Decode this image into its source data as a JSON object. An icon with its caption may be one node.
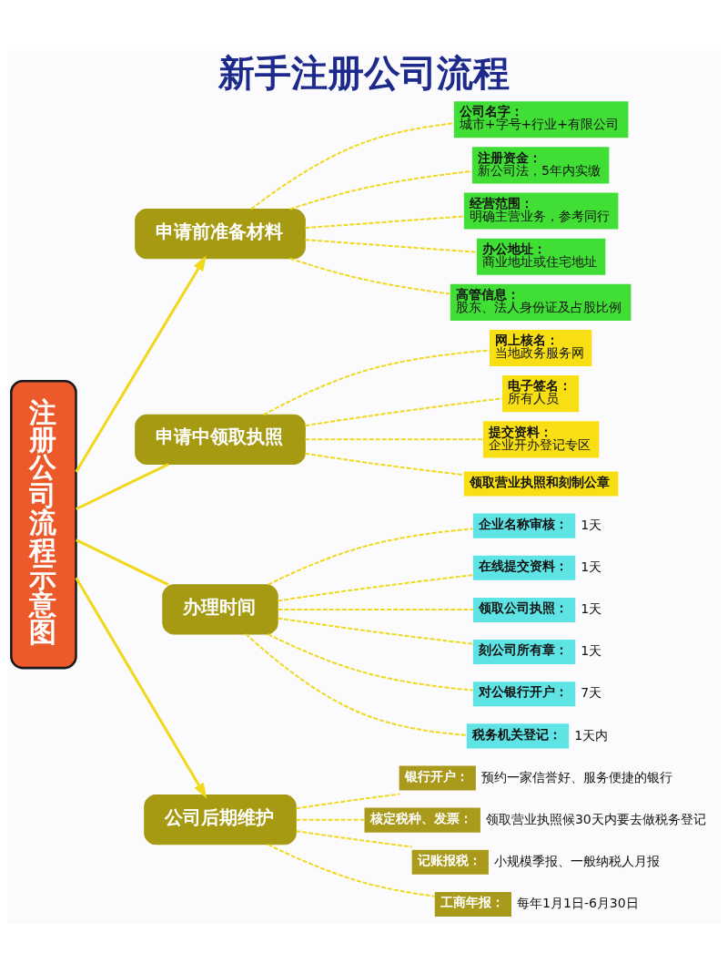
{
  "diagram": {
    "title": "新手注册公司流程",
    "nodes": [
      {
        "text": [
          "注册公司流程示意图"
        ]
      },
      {
        "text": [
          "申请前准备材料"
        ]
      },
      {
        "text": [
          "公司名字：",
          "城市+字号+行业+有限公司"
        ]
      },
      {
        "text": [
          "注册资金：",
          "新公司法，5年内实缴"
        ]
      },
      {
        "text": [
          "经营范围：",
          "明确主营业务，参考同行"
        ]
      },
      {
        "text": [
          "办公地址：",
          "商业地址或住宅地址"
        ]
      },
      {
        "text": [
          "高管信息：",
          "股东、法人身份证及占股比例"
        ]
      },
      {
        "text": [
          "申请中领取执照"
        ]
      },
      {
        "text": [
          "网上核名：",
          "当地政务服务网"
        ]
      },
      {
        "text": [
          "电子签名：",
          "所有人员"
        ]
      },
      {
        "text": [
          "提交资料：",
          "企业开办登记专区"
        ]
      },
      {
        "text": [
          "领取营业执照和刻制公章"
        ]
      },
      {
        "text": [
          "办理时间"
        ]
      },
      {
        "text": [
          "企业名称审核："
        ],
        "beside": [
          "1天"
        ]
      },
      {
        "text": [
          "在线提交资料："
        ],
        "beside": [
          "1天"
        ]
      },
      {
        "text": [
          "领取公司执照："
        ],
        "beside": [
          "1天"
        ]
      },
      {
        "text": [
          "刻公司所有章："
        ],
        "beside": [
          "1天"
        ]
      },
      {
        "text": [
          "对公银行开户："
        ],
        "beside": [
          "7天"
        ]
      },
      {
        "text": [
          "税务机关登记："
        ],
        "beside": [
          "1天内"
        ]
      },
      {
        "text": [
          "公司后期维护"
        ]
      },
      {
        "text": [
          "银行开户："
        ],
        "beside": [
          "预约一家信誉好、服务便捷的银行"
        ]
      },
      {
        "text": [
          "核定税种、发票："
        ],
        "beside": [
          "领取营业执照候30天内要去做税务登记"
        ]
      },
      {
        "text": [
          "记账报税："
        ],
        "beside": [
          "小规模季报、一般纳税人月报"
        ]
      },
      {
        "text": [
          "工商年报："
        ],
        "beside": [
          "每年1月1日-6月30日"
        ]
      }
    ],
    "edges": [
      {
        "from": 0,
        "to": 1,
        "arrow": "to"
      },
      {
        "from": 0,
        "to": 7,
        "arrow": "none"
      },
      {
        "from": 0,
        "to": 12,
        "arrow": "none"
      },
      {
        "from": 0,
        "to": 19,
        "arrow": "to"
      },
      {
        "from": 1,
        "to": 2,
        "arrow": "none",
        "style": "dashed"
      },
      {
        "from": 1,
        "to": 3,
        "arrow": "none",
        "style": "dashed"
      },
      {
        "from": 1,
        "to": 4,
        "arrow": "none",
        "style": "dashed"
      },
      {
        "from": 1,
        "to": 5,
        "arrow": "none",
        "style": "dashed"
      },
      {
        "from": 1,
        "to": 6,
        "arrow": "none",
        "style": "dashed"
      },
      {
        "from": 7,
        "to": 8,
        "arrow": "none",
        "style": "dashed"
      },
      {
        "from": 7,
        "to": 9,
        "arrow": "none",
        "style": "dashed"
      },
      {
        "from": 7,
        "to": 10,
        "arrow": "none",
        "style": "dashed"
      },
      {
        "from": 7,
        "to": 11,
        "arrow": "none",
        "style": "dashed"
      },
      {
        "from": 12,
        "to": 13,
        "arrow": "none",
        "style": "dashed"
      },
      {
        "from": 12,
        "to": 14,
        "arrow": "none",
        "style": "dashed"
      },
      {
        "from": 12,
        "to": 15,
        "arrow": "none",
        "style": "dashed"
      },
      {
        "from": 12,
        "to": 16,
        "arrow": "none",
        "style": "dashed"
      },
      {
        "from": 12,
        "to": 17,
        "arrow": "none",
        "style": "dashed"
      },
      {
        "from": 12,
        "to": 18,
        "arrow": "none",
        "style": "dashed"
      },
      {
        "from": 19,
        "to": 20,
        "arrow": "none",
        "style": "dashed"
      },
      {
        "from": 19,
        "to": 21,
        "arrow": "none",
        "style": "dashed"
      },
      {
        "from": 19,
        "to": 22,
        "arrow": "none",
        "style": "dashed"
      },
      {
        "from": 19,
        "to": 23,
        "arrow": "none",
        "style": "dashed"
      }
    ]
  }
}
